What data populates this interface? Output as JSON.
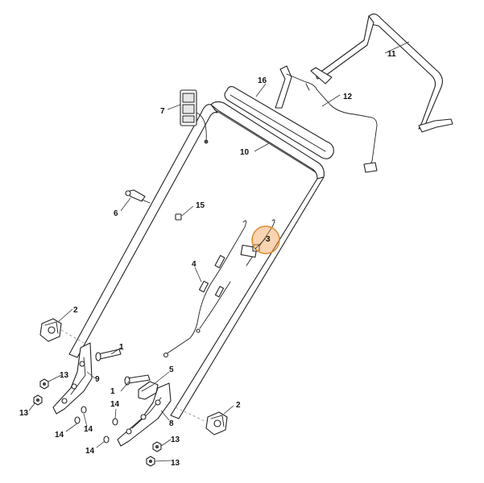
{
  "callouts": {
    "c1a": "1",
    "c1b": "1",
    "c2a": "2",
    "c2b": "2",
    "c3": "3",
    "c4": "4",
    "c5": "5",
    "c6": "6",
    "c7": "7",
    "c8": "8",
    "c9": "9",
    "c10": "10",
    "c11": "11",
    "c12": "12",
    "c13a": "13",
    "c13b": "13",
    "c13c": "13",
    "c13d": "13",
    "c14a": "14",
    "c14b": "14",
    "c14c": "14",
    "c14d": "14",
    "c15": "15",
    "c16": "16"
  },
  "highlight": {
    "part": "3",
    "color": "#f0a050"
  }
}
